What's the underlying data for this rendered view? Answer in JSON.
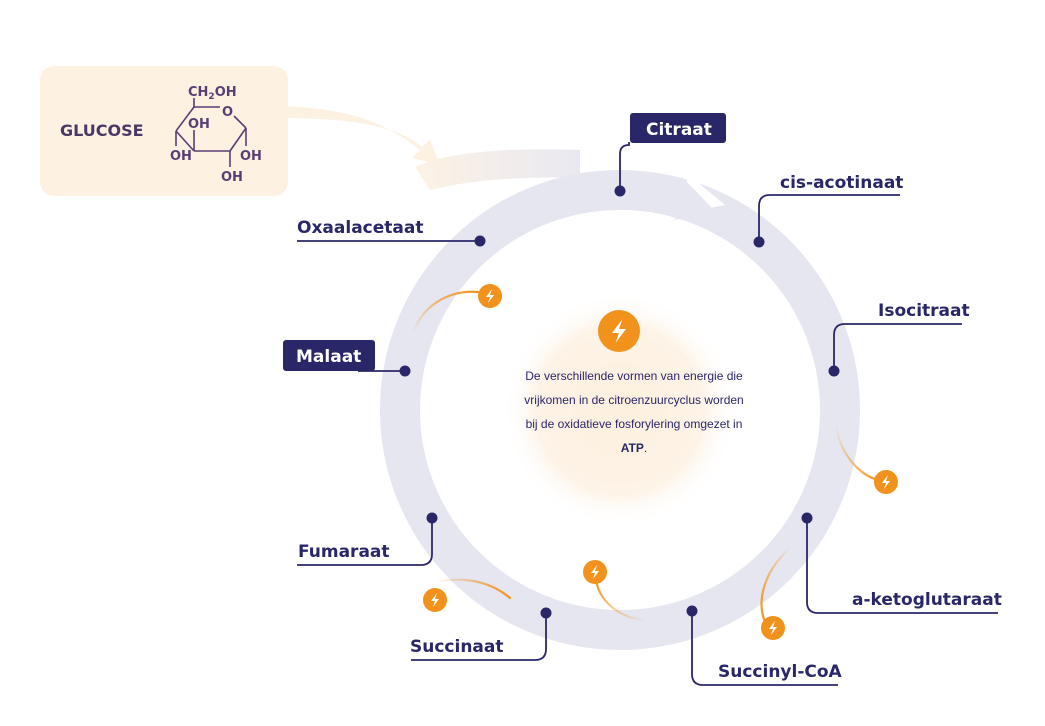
{
  "glucose": {
    "title": "GLUCOSE",
    "formula_top": "CH",
    "formula_sub": "2",
    "formula_end": "OH",
    "ring_oxygen": "O",
    "oh_groups": [
      "OH",
      "OH",
      "OH",
      "OH"
    ]
  },
  "cycle": {
    "compounds": [
      {
        "id": "citraat",
        "label": "Citraat",
        "highlighted": true
      },
      {
        "id": "cis-acotinaat",
        "label": "cis-acotinaat",
        "highlighted": false
      },
      {
        "id": "isocitraat",
        "label": "Isocitraat",
        "highlighted": false
      },
      {
        "id": "a-ketoglutaraat",
        "label": "a-ketoglutaraat",
        "highlighted": false
      },
      {
        "id": "succinyl-coa",
        "label": "Succinyl-CoA",
        "highlighted": false
      },
      {
        "id": "succinaat",
        "label": "Succinaat",
        "highlighted": false
      },
      {
        "id": "fumaraat",
        "label": "Fumaraat",
        "highlighted": false
      },
      {
        "id": "malaat",
        "label": "Malaat",
        "highlighted": true
      },
      {
        "id": "oxaalacetaat",
        "label": "Oxaalacetaat",
        "highlighted": false
      }
    ]
  },
  "center": {
    "text_before": "De verschillende vormen van energie die vrijkomen in de citroenzuurcyclus worden bij de oxidatieve fosforylering omgezet in ",
    "text_bold": "ATP",
    "text_after": "."
  },
  "colors": {
    "navy": "#2a2769",
    "ring": "#e6e6f0",
    "orange": "#f0921c",
    "glucose_bg": "#fdf1e1",
    "center_glow": "#fdf1e1"
  },
  "icons": {
    "energy": "lightning-bolt-icon"
  }
}
